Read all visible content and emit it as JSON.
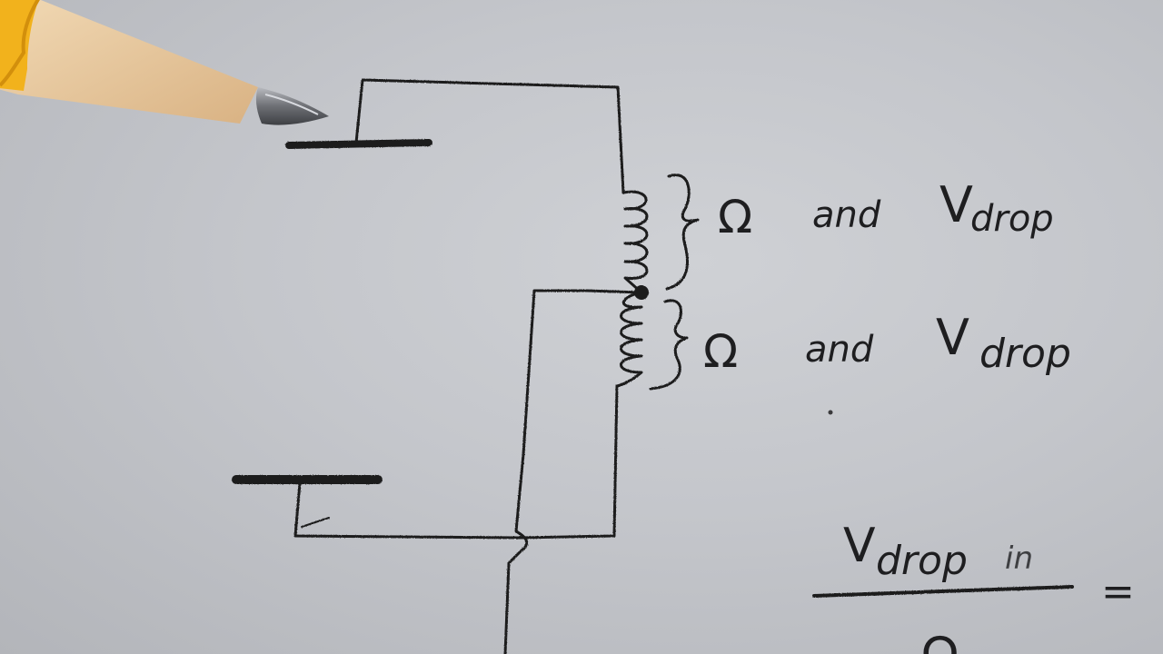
{
  "labels": {
    "upper_omega": "Ω",
    "upper_and": "and",
    "upper_v": "V",
    "upper_drop": "drop",
    "lower_omega": "Ω",
    "lower_and": "and",
    "lower_v": "V",
    "lower_drop": "drop"
  },
  "formula": {
    "numerator_v": "V",
    "numerator_drop": "drop",
    "numerator_in": "in",
    "equals": "=",
    "denominator": "Ω"
  },
  "colors": {
    "ink": "#1c1c1e",
    "paper": "#c6c8cc",
    "pencil_wood": "#e8c9a0",
    "pencil_paint": "#f2b21c",
    "pencil_graphite": "#8a8c90"
  },
  "icons": {
    "pencil": "pencil-icon"
  }
}
